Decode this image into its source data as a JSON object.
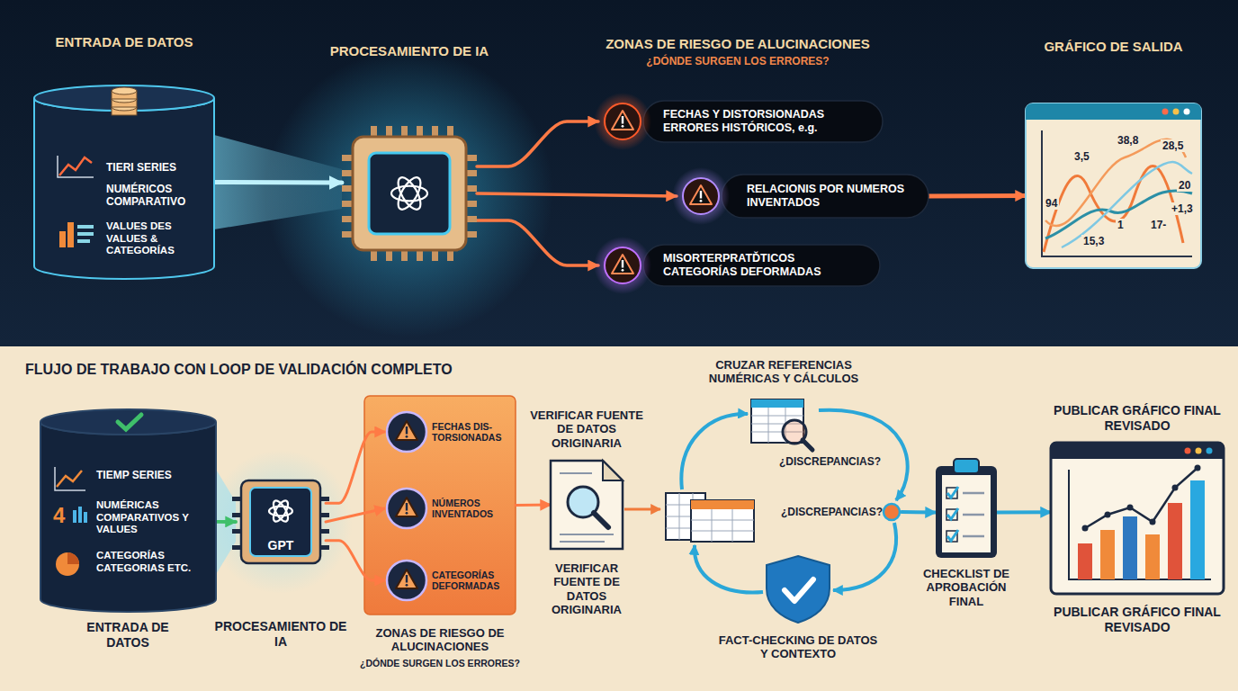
{
  "diagram": {
    "nodes": [
      {
        "text": [
          "ENTRADA DE DATOS",
          "TIERI SERIES",
          "NUMÉRICOS COMPARATIVO",
          "VALUES DES VALUES & CATEGORÍAS"
        ]
      },
      {
        "text": [
          "PROCESAMIENTO DE IA"
        ]
      },
      {
        "text": [
          "FECHAS Y DISTORSIONADAS ERRORES HISTÓRICOS, e.g."
        ]
      },
      {
        "text": [
          "RELACIONIS POR NUMEROS INVENTADOS"
        ]
      },
      {
        "text": [
          "MISORTERPRATĎTICOS CATEGORÍAS DEFORMADAS"
        ]
      },
      {
        "text": [
          "GRÁFICO DE SALIDA",
          "3,5",
          "38,8",
          "28,5",
          "94",
          "20",
          "1",
          "17-",
          "+1,3",
          "15,3"
        ]
      },
      {
        "text": [
          "TIEMP SERIES",
          "4",
          "NUMÉRICAS COMPARATIVOS Y VALUES",
          "CATEGORÍAS CATEGORIAS ETC.",
          "ENTRADA DE DATOS"
        ]
      },
      {
        "text": [
          "GPT",
          "PROCESAMIENTO DE IA"
        ]
      },
      {
        "text": [
          "ZONAS DE RIESGO DE ALUCINACIONES",
          "¿DÓNDE SURGEN LOS ERRORES?"
        ]
      },
      {
        "text": [
          "FECHAS DIS- TORSIONADAS"
        ],
        "in": 8
      },
      {
        "text": [
          "NÚMEROS INVENTADOS"
        ],
        "in": 8
      },
      {
        "text": [
          "CATEGORÍAS DEFORMADAS"
        ],
        "in": 8
      },
      {
        "text": [
          "VERIFICAR FUENTE DE DATOS ORIGINARIA",
          "VERIFICAR FUENTE DE DATOS ORIGINARIA"
        ]
      },
      {
        "text": [
          "CRUZAR REFERENCIAS NUMÉRICAS Y CÁLCULOS"
        ]
      },
      {
        "text": [
          "¿DISCREPANCIAS?"
        ]
      },
      {
        "text": [
          "FACT-CHECKING DE DATOS Y CONTEXTO"
        ]
      },
      {
        "text": [
          "CHECKLIST DE APROBACIÓN FINAL"
        ]
      },
      {
        "text": [
          "PUBLICAR GRÁFICO FINAL REVISADO",
          "PUBLICAR GRÁFICO FINAL REVISADO"
        ]
      }
    ],
    "edges": [
      {
        "from": 0,
        "to": 1,
        "arrow": "to"
      },
      {
        "from": 1,
        "to": 2,
        "arrow": "to"
      },
      {
        "from": 1,
        "to": 3,
        "arrow": "to"
      },
      {
        "from": 1,
        "to": 4,
        "arrow": "to"
      },
      {
        "from": 3,
        "to": 5,
        "arrow": "to"
      },
      {
        "from": 6,
        "to": 7,
        "arrow": "to"
      },
      {
        "from": 7,
        "to": 9,
        "arrow": "to"
      },
      {
        "from": 7,
        "to": 10,
        "arrow": "to"
      },
      {
        "from": 7,
        "to": 11,
        "arrow": "to"
      },
      {
        "from": 8,
        "to": 12,
        "arrow": "to"
      },
      {
        "from": 14,
        "to": 16,
        "arrow": "to"
      },
      {
        "from": 16,
        "to": 17,
        "arrow": "to"
      }
    ],
    "labels": [
      "ZONAS DE RIESGO DE ALUCINACIONES",
      "¿DÓNDE SURGEN LOS ERRORES?",
      "FLUJO DE TRABAJO CON LOOP DE VALIDACIÓN COMPLETO",
      "¿DISCREPANCIAS?"
    ]
  }
}
